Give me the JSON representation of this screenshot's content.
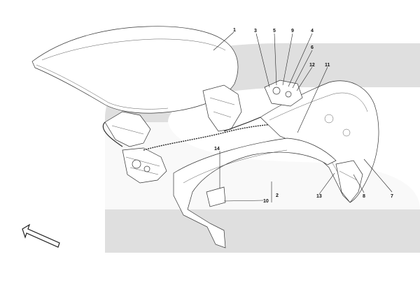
{
  "diagram": {
    "watermark_color": "#d9d9d9",
    "line_color": "#333333",
    "callouts": [
      {
        "id": "1",
        "label": "1"
      },
      {
        "id": "2",
        "label": "2"
      },
      {
        "id": "3",
        "label": "3"
      },
      {
        "id": "4",
        "label": "4"
      },
      {
        "id": "5",
        "label": "5"
      },
      {
        "id": "6",
        "label": "6"
      },
      {
        "id": "7",
        "label": "7"
      },
      {
        "id": "8",
        "label": "8"
      },
      {
        "id": "9",
        "label": "9"
      },
      {
        "id": "10",
        "label": "10"
      },
      {
        "id": "11",
        "label": "11"
      },
      {
        "id": "12",
        "label": "12"
      },
      {
        "id": "13",
        "label": "13"
      },
      {
        "id": "14",
        "label": "14"
      }
    ],
    "orientation_arrow_icon": "arrow-right-icon"
  }
}
